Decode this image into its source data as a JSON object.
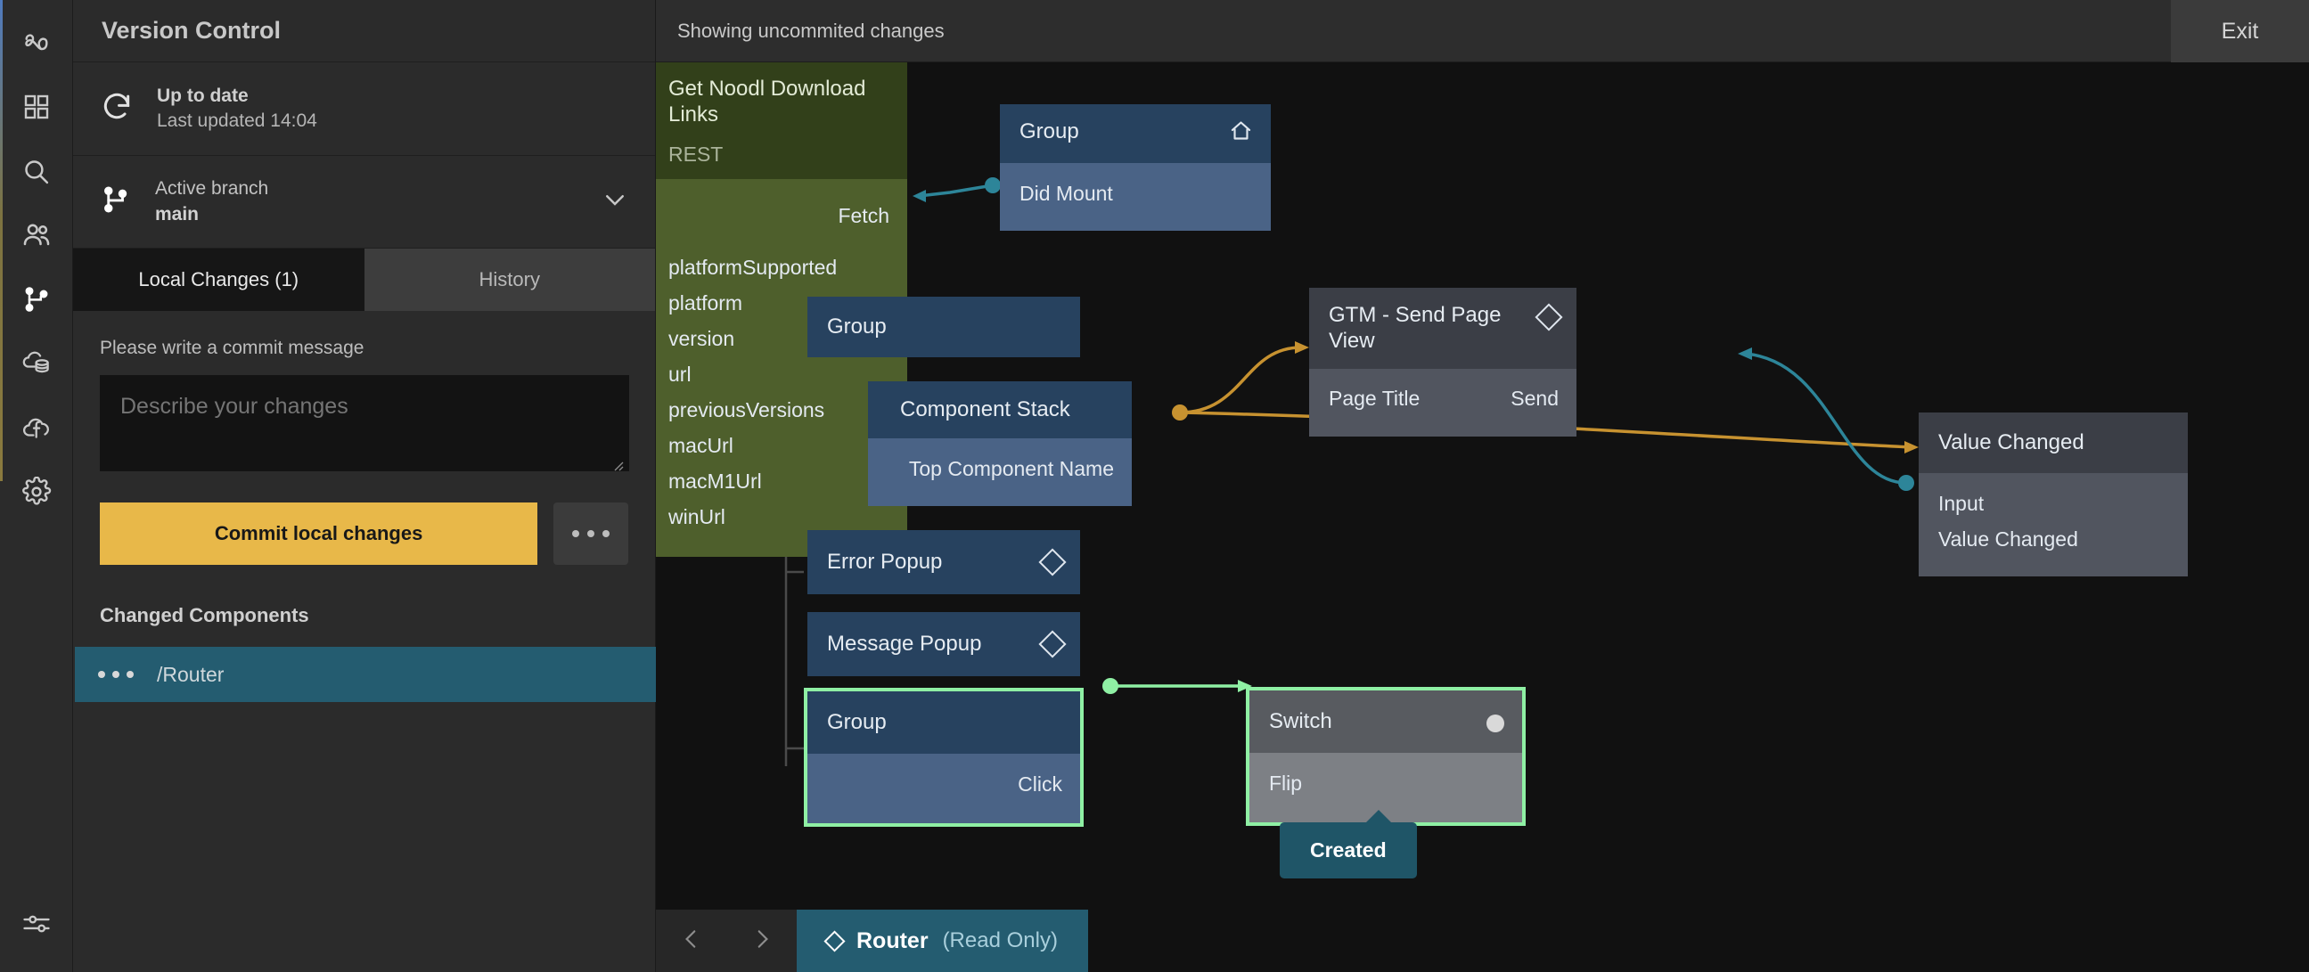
{
  "rail": {
    "items": [
      {
        "name": "noodl-logo-icon",
        "label": "Noodl"
      },
      {
        "name": "components-grid-icon",
        "label": "Components"
      },
      {
        "name": "search-icon",
        "label": "Search"
      },
      {
        "name": "users-icon",
        "label": "Collaborators"
      },
      {
        "name": "version-control-branch-icon",
        "label": "Version Control"
      },
      {
        "name": "cloud-database-icon",
        "label": "Cloud Data"
      },
      {
        "name": "cloud-function-icon",
        "label": "Cloud Functions"
      },
      {
        "name": "gear-icon",
        "label": "Settings"
      }
    ],
    "bottom": {
      "name": "sliders-icon",
      "label": "Editor settings"
    }
  },
  "panel": {
    "title": "Version Control",
    "status": {
      "icon": "refresh-icon",
      "headline": "Up to date",
      "sub": "Last updated 14:04"
    },
    "branch": {
      "icon": "branch-icon",
      "label": "Active branch",
      "value": "main",
      "chevron": "chevron-down-icon"
    },
    "tabs": [
      {
        "label": "Local Changes (1)",
        "active": true
      },
      {
        "label": "History",
        "active": false
      }
    ],
    "commit": {
      "label": "Please write a commit message",
      "placeholder": "Describe your changes",
      "value": "",
      "button": "Commit local changes",
      "more": "more-options-icon"
    },
    "changed": {
      "heading": "Changed Components",
      "items": [
        {
          "label": "/Router",
          "icon": "more-dots-icon"
        }
      ]
    }
  },
  "topbar": {
    "message": "Showing uncommited changes",
    "exit": "Exit"
  },
  "bottombar": {
    "prev": "chevron-left-icon",
    "next": "chevron-right-icon",
    "crumb": {
      "icon": "diamond-icon",
      "name": "Router",
      "badge": "(Read Only)"
    }
  },
  "graph": {
    "nodes": [
      {
        "id": "rest",
        "style": "n-green",
        "title": "Get Noodl Download Links",
        "subtitle": "REST",
        "badge": null,
        "ports": [
          {
            "label": "Fetch",
            "dir": "out"
          },
          {
            "label": "platformSupported",
            "dir": "in"
          },
          {
            "label": "platform",
            "dir": "in"
          },
          {
            "label": "version",
            "dir": "in"
          },
          {
            "label": "url",
            "dir": "in"
          },
          {
            "label": "previousVersions",
            "dir": "in"
          },
          {
            "label": "macUrl",
            "dir": "in"
          },
          {
            "label": "macM1Url",
            "dir": "in"
          },
          {
            "label": "winUrl",
            "dir": "in"
          }
        ]
      },
      {
        "id": "group-root",
        "style": "n-blue",
        "title": "Group",
        "badge": "home-icon",
        "ports": [
          {
            "label": "Did Mount",
            "dir": "in"
          }
        ]
      },
      {
        "id": "group-2",
        "style": "n-blue",
        "title": "Group",
        "badge": null,
        "ports": []
      },
      {
        "id": "component-stack",
        "style": "n-blue",
        "title": "Component Stack",
        "badge": null,
        "ports": [
          {
            "label": "Top Component Name",
            "dir": "out"
          }
        ]
      },
      {
        "id": "error-popup",
        "style": "n-blue",
        "title": "Error Popup",
        "badge": "diamond-icon",
        "ports": []
      },
      {
        "id": "message-popup",
        "style": "n-blue",
        "title": "Message Popup",
        "badge": "diamond-icon",
        "ports": []
      },
      {
        "id": "group-3",
        "style": "n-blue",
        "title": "Group",
        "badge": null,
        "selected": true,
        "ports": [
          {
            "label": "Click",
            "dir": "out"
          }
        ]
      },
      {
        "id": "gtm",
        "style": "n-gray",
        "title": "GTM - Send Page View",
        "badge": "diamond-icon",
        "ports": [
          {
            "label": "Page Title",
            "dir": "in",
            "right": "Send"
          }
        ]
      },
      {
        "id": "value-changed",
        "style": "n-gray",
        "title": "Value Changed",
        "badge": null,
        "ports": [
          {
            "label": "Input",
            "dir": "in"
          },
          {
            "label": "Value Changed",
            "dir": "in"
          }
        ]
      },
      {
        "id": "switch",
        "style": "n-switch",
        "title": "Switch",
        "badge": "led-icon",
        "selected": true,
        "ports": [
          {
            "label": "Flip",
            "dir": "in"
          }
        ]
      }
    ],
    "created_badge": "Created",
    "colors": {
      "connection_teal": "#2d8599",
      "connection_amber": "#c79230",
      "connection_green": "#8ff0a4",
      "selection": "#8ff0a4",
      "commit_button": "#e8b849",
      "highlight_row": "#245c70"
    }
  }
}
